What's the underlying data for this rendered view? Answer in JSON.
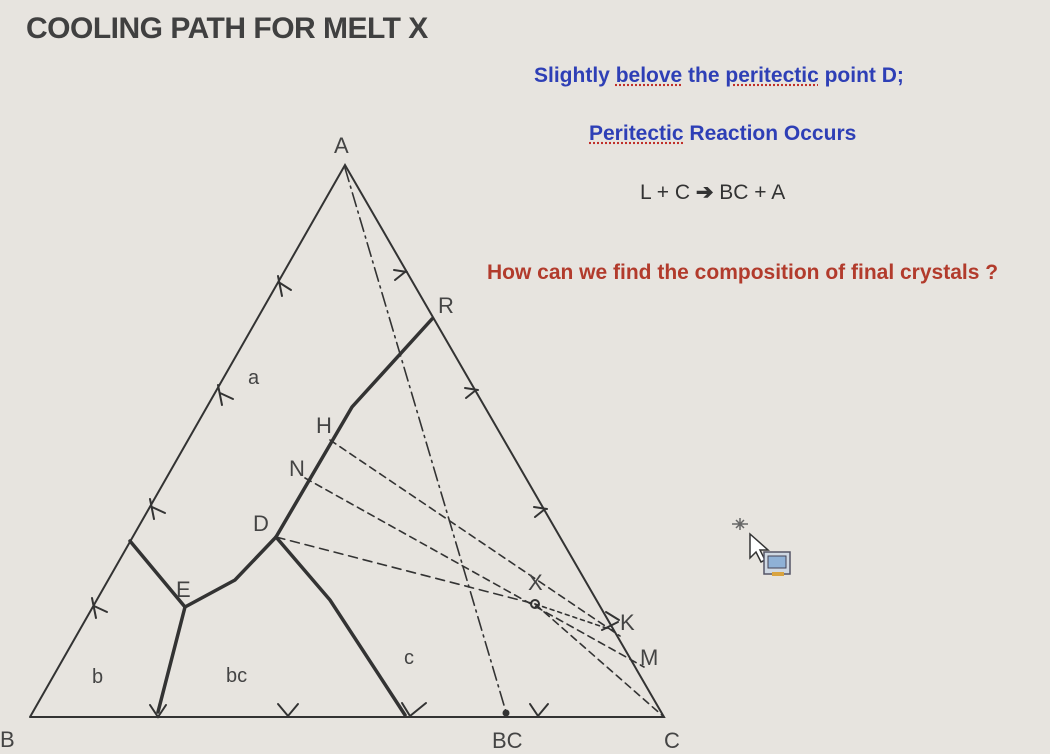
{
  "title": "COOLING PATH FOR MELT X",
  "notes": {
    "line1": {
      "part1": "Slightly ",
      "part2": "belove",
      "part3": " the ",
      "part4": "peritectic",
      "part5": " point D;"
    },
    "line2": {
      "part1": "Peritectic",
      "part2": " Reaction Occurs"
    },
    "reaction": {
      "left": "L + C",
      "arrow": "➔",
      "right": "BC + A"
    },
    "question": "How can we find the composition of final crystals ?"
  },
  "labels": {
    "A": "A",
    "B": "B",
    "C": "C",
    "BC": "BC",
    "R": "R",
    "H": "H",
    "N": "N",
    "D": "D",
    "E": "E",
    "X": "X",
    "K": "K",
    "M": "M",
    "field_a": "a",
    "field_b": "b",
    "field_bc": "bc",
    "field_c": "c"
  },
  "colors": {
    "background": "#e7e4df",
    "title": "#404040",
    "blue_text": "#2e3fb6",
    "red_text": "#b23b2c",
    "lines": "#333333"
  },
  "icons": [
    "cursor-icon",
    "screen-capture-icon"
  ]
}
